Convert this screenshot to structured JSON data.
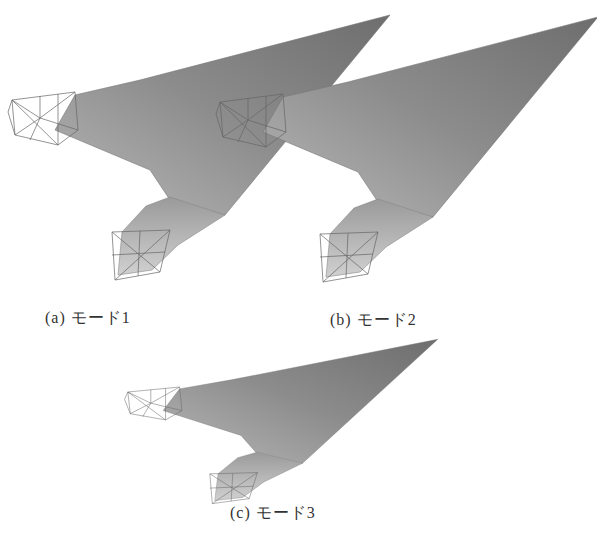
{
  "diagram": {
    "labels": [
      "(a) モード1",
      "(b) モード2",
      "(c) モード3"
    ]
  }
}
